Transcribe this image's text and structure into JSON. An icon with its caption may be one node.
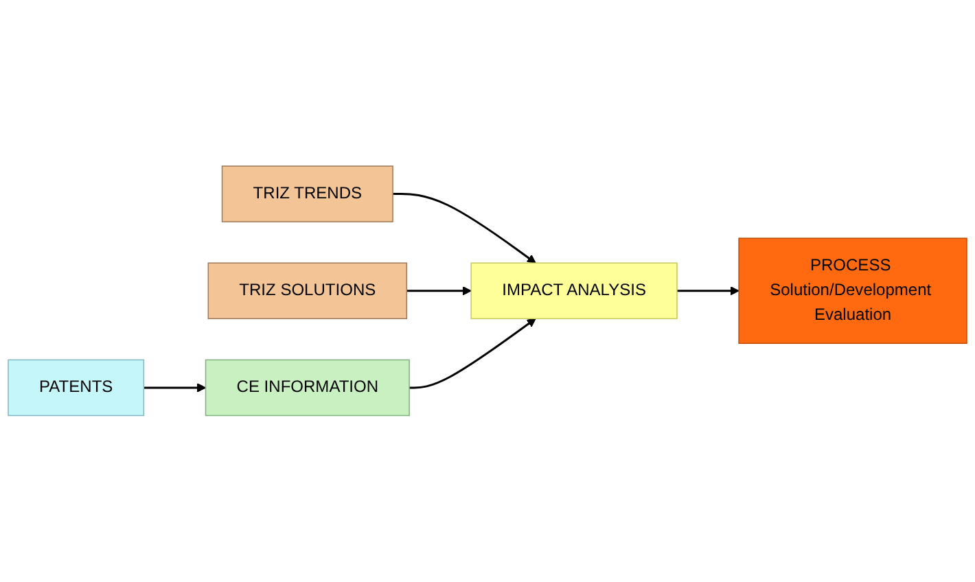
{
  "diagram": {
    "nodes": [
      {
        "text": [
          "TRIZ TRENDS"
        ]
      },
      {
        "text": [
          "TRIZ SOLUTIONS"
        ]
      },
      {
        "text": [
          "IMPACT ANALYSIS"
        ]
      },
      {
        "text": [
          "PROCESS Solution/Development Evaluation"
        ]
      },
      {
        "text": [
          "CE INFORMATION"
        ]
      },
      {
        "text": [
          "PATENTS"
        ]
      }
    ],
    "edges": [
      {
        "from": 0,
        "to": 2,
        "arrow": "to"
      },
      {
        "from": 1,
        "to": 2,
        "arrow": "to"
      },
      {
        "from": 2,
        "to": 3,
        "arrow": "to"
      },
      {
        "from": 4,
        "to": 2,
        "arrow": "to"
      },
      {
        "from": 5,
        "to": 4,
        "arrow": "to"
      }
    ]
  }
}
